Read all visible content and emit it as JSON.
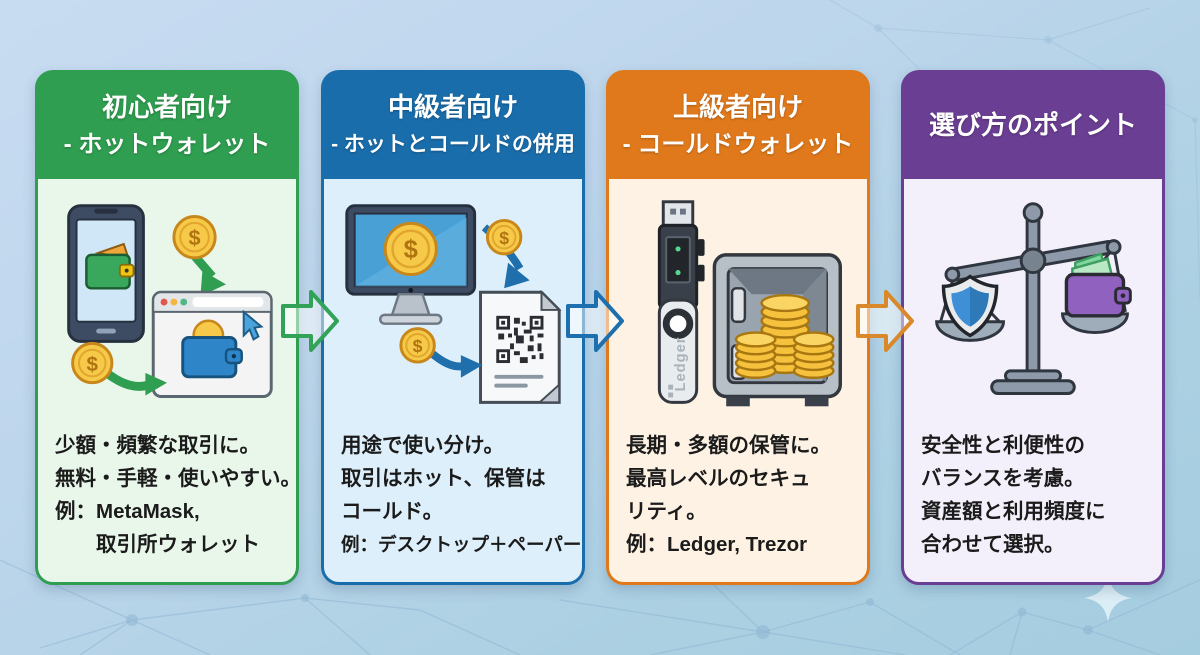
{
  "infographic": {
    "background_colors": {
      "top": "#c8dcf1",
      "bottom": "#a5cde0"
    },
    "decor": {
      "pattern": "network-nodes",
      "sparkle": "sparkle-icon"
    }
  },
  "icons": {
    "coin_symbol": "$"
  },
  "cards": [
    {
      "header": {
        "line1": "初心者向け",
        "line2": "- ホットウォレット"
      },
      "theme": {
        "header_color": "#2f9e50",
        "body_color": "#e9f7eb",
        "border_color": "#2f9e50"
      },
      "body_lines": [
        "少額・頻繁な取引に。",
        "無料・手軽・使いやすい。",
        "例：MetaMask,",
        "　　取引所ウォレット"
      ],
      "illustration": "smartphone-wallet-to-web-wallet"
    },
    {
      "header": {
        "line1": "中級者向け",
        "line2": "- ホットとコールドの併用"
      },
      "theme": {
        "header_color": "#1a6dab",
        "body_color": "#ddeffa",
        "border_color": "#1a6dab"
      },
      "body_lines": [
        "用途で使い分け。",
        "取引はホット、保管は",
        "コールド。",
        "例：デスクトップ＋ペーパー"
      ],
      "illustration": "desktop-to-paper-qr-wallet"
    },
    {
      "header": {
        "line1": "上級者向け",
        "line2": "- コールドウォレット"
      },
      "theme": {
        "header_color": "#e0791b",
        "body_color": "#fdf2e3",
        "border_color": "#e0791b"
      },
      "body_lines": [
        "長期・多額の保管に。",
        "最高レベルのセキュ",
        "リティ。",
        "例：Ledger, Trezor"
      ],
      "illustration": "hardware-wallet-and-safe",
      "device_label": "Ledger"
    },
    {
      "header": {
        "line1": "選び方のポイント"
      },
      "theme": {
        "header_color": "#6a3e92",
        "body_color": "#f4f0fb",
        "border_color": "#6a3e92"
      },
      "body_lines": [
        "安全性と利便性の",
        "バランスを考慮。",
        "資産額と利用頻度に",
        "合わせて選択。"
      ],
      "illustration": "balance-scale-security-vs-convenience"
    }
  ],
  "arrows": [
    {
      "direction": "right",
      "color": "#33a259"
    },
    {
      "direction": "right",
      "color": "#1e6fad"
    },
    {
      "direction": "right",
      "color": "#d9882a"
    }
  ]
}
